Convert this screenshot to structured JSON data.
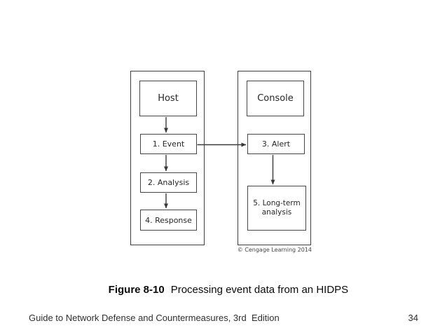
{
  "diagram": {
    "left_panel": {
      "host": "Host",
      "event": "1. Event",
      "analysis": "2. Analysis",
      "response": "4. Response"
    },
    "right_panel": {
      "console": "Console",
      "alert": "3. Alert",
      "longterm": "5. Long-term analysis"
    },
    "credit": "© Cengage Learning 2014",
    "line_color": "#3a3a3a"
  },
  "caption": {
    "figure_number": "Figure 8-10",
    "title": "Processing event data from an HIDPS"
  },
  "footer": {
    "book_title": "Guide to Network Defense and Countermeasures, 3rd  Edition",
    "page_number": "34"
  }
}
